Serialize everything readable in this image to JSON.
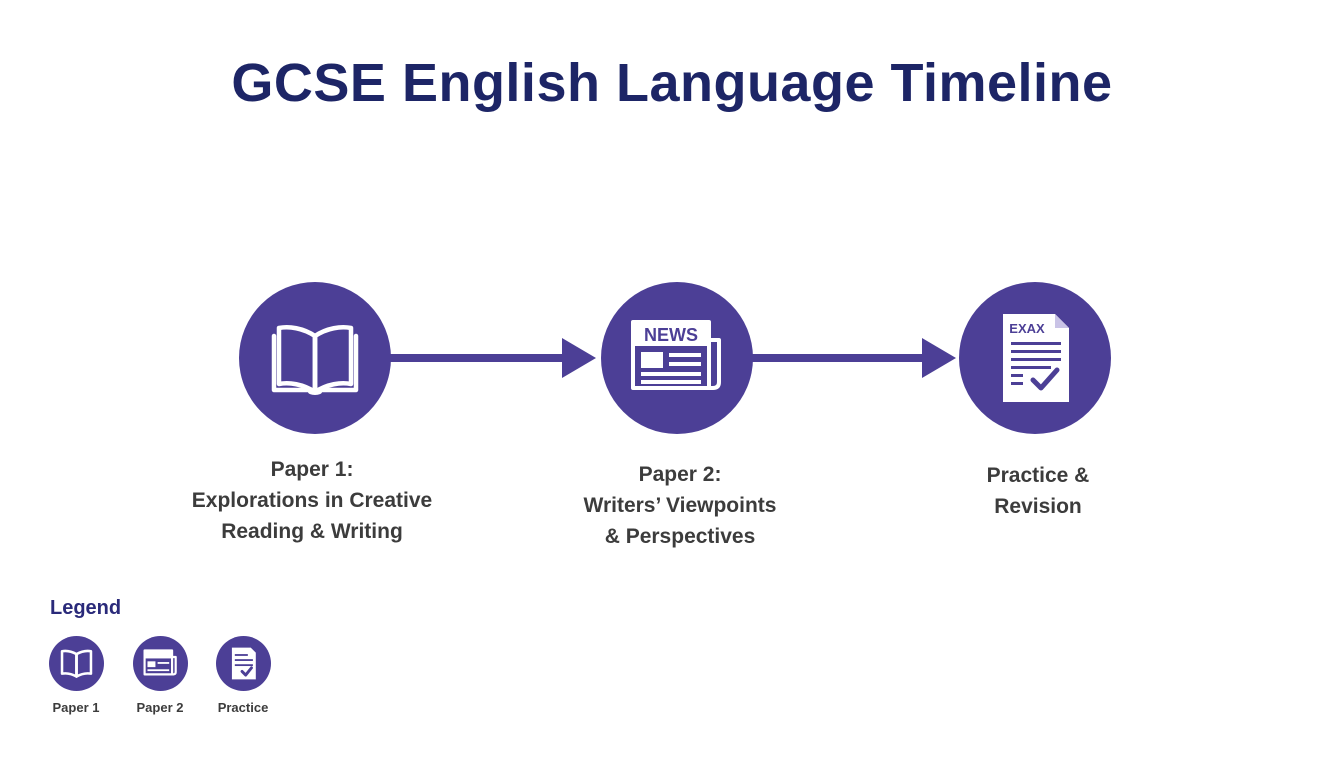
{
  "title": "GCSE English Language Timeline",
  "colors": {
    "title": "#1d2566",
    "node_fill": "#4c3f96",
    "icon": "#ffffff",
    "caption": "#3c3c3c",
    "legend_title": "#2a2a7a"
  },
  "steps": [
    {
      "icon": "open-book-icon",
      "caption": [
        "Paper 1:",
        "Explorations in Creative",
        "Reading & Writing"
      ]
    },
    {
      "icon": "newspaper-icon",
      "icon_text": "NEWS",
      "caption": [
        "Paper 2:",
        "Writers’ Viewpoints",
        "& Perspectives"
      ]
    },
    {
      "icon": "exam-document-icon",
      "icon_text": "EXAX",
      "caption": [
        "Practice &",
        "Revision"
      ]
    }
  ],
  "legend": {
    "title": "Legend",
    "items": [
      {
        "icon": "open-book-icon",
        "label": "Paper 1"
      },
      {
        "icon": "newspaper-icon",
        "label": "Paper 2"
      },
      {
        "icon": "exam-document-icon",
        "label": "Practice"
      }
    ]
  }
}
